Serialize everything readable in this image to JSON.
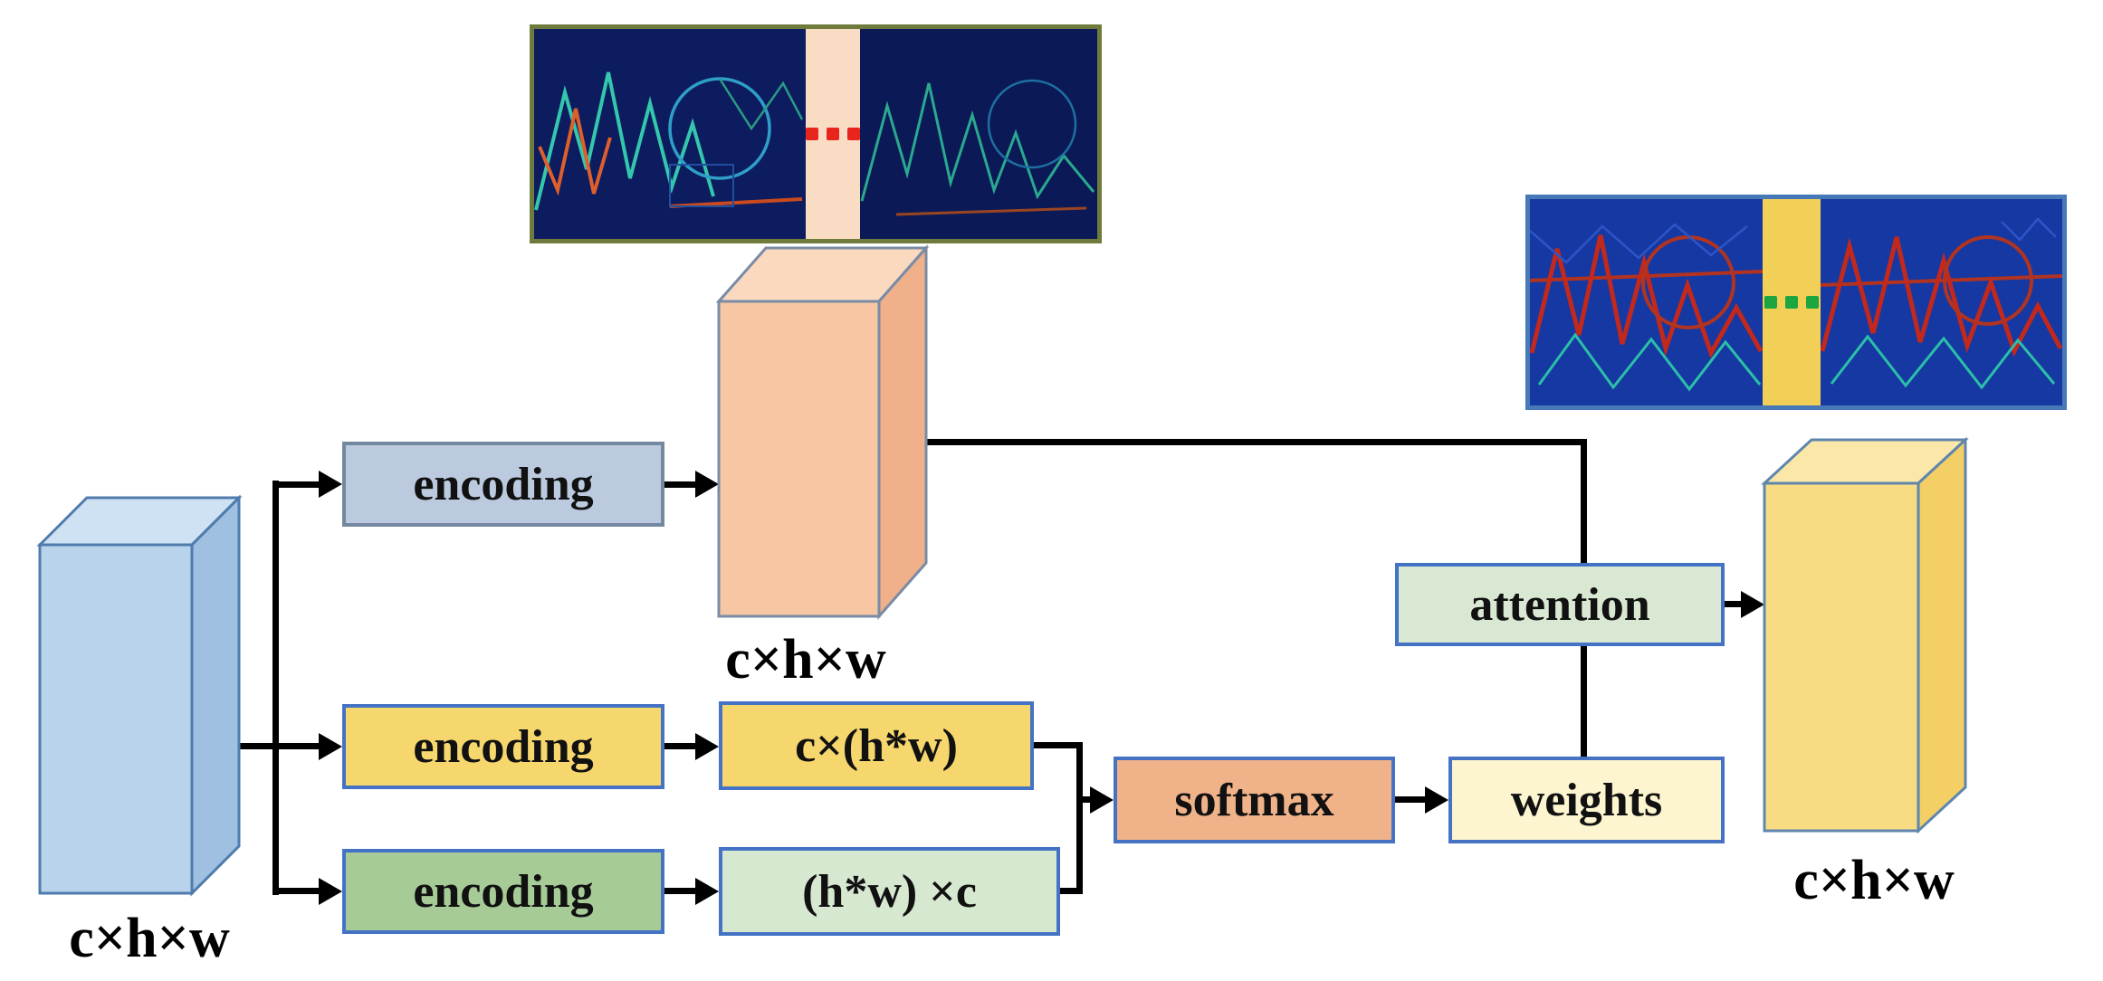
{
  "labels": {
    "input_cube": "c×h×w",
    "encoding_top": "encoding",
    "encoding_middle": "encoding",
    "encoding_bottom": "encoding",
    "encoded_cube": "c×h×w",
    "reshape_row": "c×(h*w)",
    "reshape_col": "(h*w) ×c",
    "softmax": "softmax",
    "weights": "weights",
    "attention": "attention",
    "output_cube": "c×h×w"
  },
  "colors": {
    "connector": "#000000",
    "box_border": "#4472c4",
    "input_cube_fill": "#b9d3ec",
    "encoding_top_fill": "#bccadf",
    "encoding_middle_fill": "#f6d76d",
    "encoding_bottom_fill": "#a6cb96",
    "encoded_cube_fill": "#f6c7a2",
    "reshape_row_fill": "#f6d76d",
    "reshape_col_fill": "#d7e8d1",
    "softmax_fill": "#f0b288",
    "weights_fill": "#fdf4d0",
    "attention_fill": "#d9e8d2",
    "output_cube_fill": "#f8dc84",
    "top_strip_border": "#6e7b3c",
    "top_strip_gap": "#f8dcc3",
    "top_strip_dots": "#e8251d",
    "right_strip_border": "#4778b8",
    "right_strip_gap": "#f2cf56",
    "right_strip_dots": "#1da53f"
  }
}
